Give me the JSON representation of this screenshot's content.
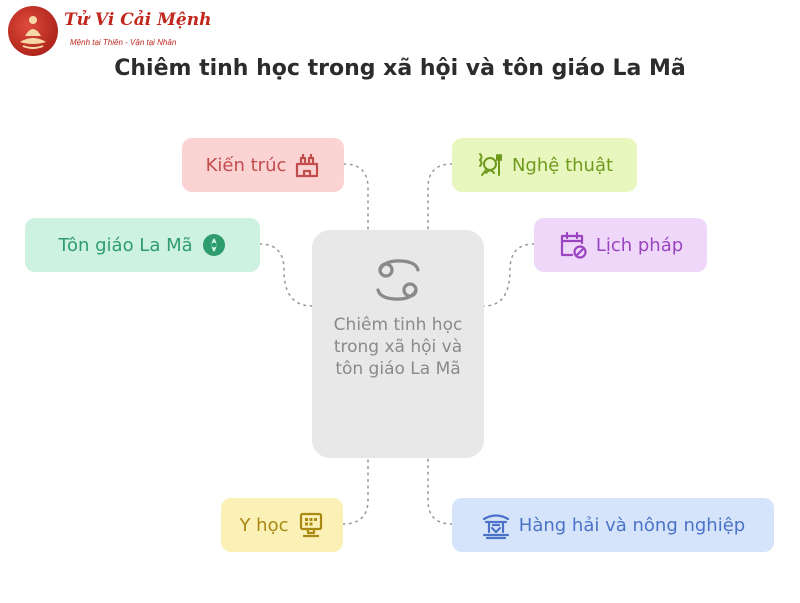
{
  "logo": {
    "title": "Tử Vi Cải Mệnh",
    "subtitle": "Mệnh tại Thiên - Vận tại Nhân",
    "brand_color": "#c0281e"
  },
  "title": "Chiêm tinh học trong xã hội và tôn giáo La Mã",
  "center": {
    "label": "Chiêm tinh học trong xã hội và tôn giáo La Mã",
    "icon": "cancer-zodiac-icon",
    "color": "#e8e8e8"
  },
  "nodes": {
    "kien_truc": {
      "label": "Kiến trúc",
      "icon": "castle-icon",
      "color": "#fbd3d3"
    },
    "ton_giao": {
      "label": "Tôn giáo La Mã",
      "icon": "eye-icon",
      "color": "#cdf2e1"
    },
    "nghe_thuat": {
      "label": "Nghệ thuật",
      "icon": "sketch-icon",
      "color": "#e8f7bd"
    },
    "lich_phap": {
      "label": "Lịch pháp",
      "icon": "calendar-cancel-icon",
      "color": "#efd7fa"
    },
    "y_hoc": {
      "label": "Y học",
      "icon": "computer-icon",
      "color": "#fbf1b6"
    },
    "hang_hai": {
      "label": "Hàng hải và nông nghiệp",
      "icon": "temple-icon",
      "color": "#d6e4fb"
    }
  }
}
